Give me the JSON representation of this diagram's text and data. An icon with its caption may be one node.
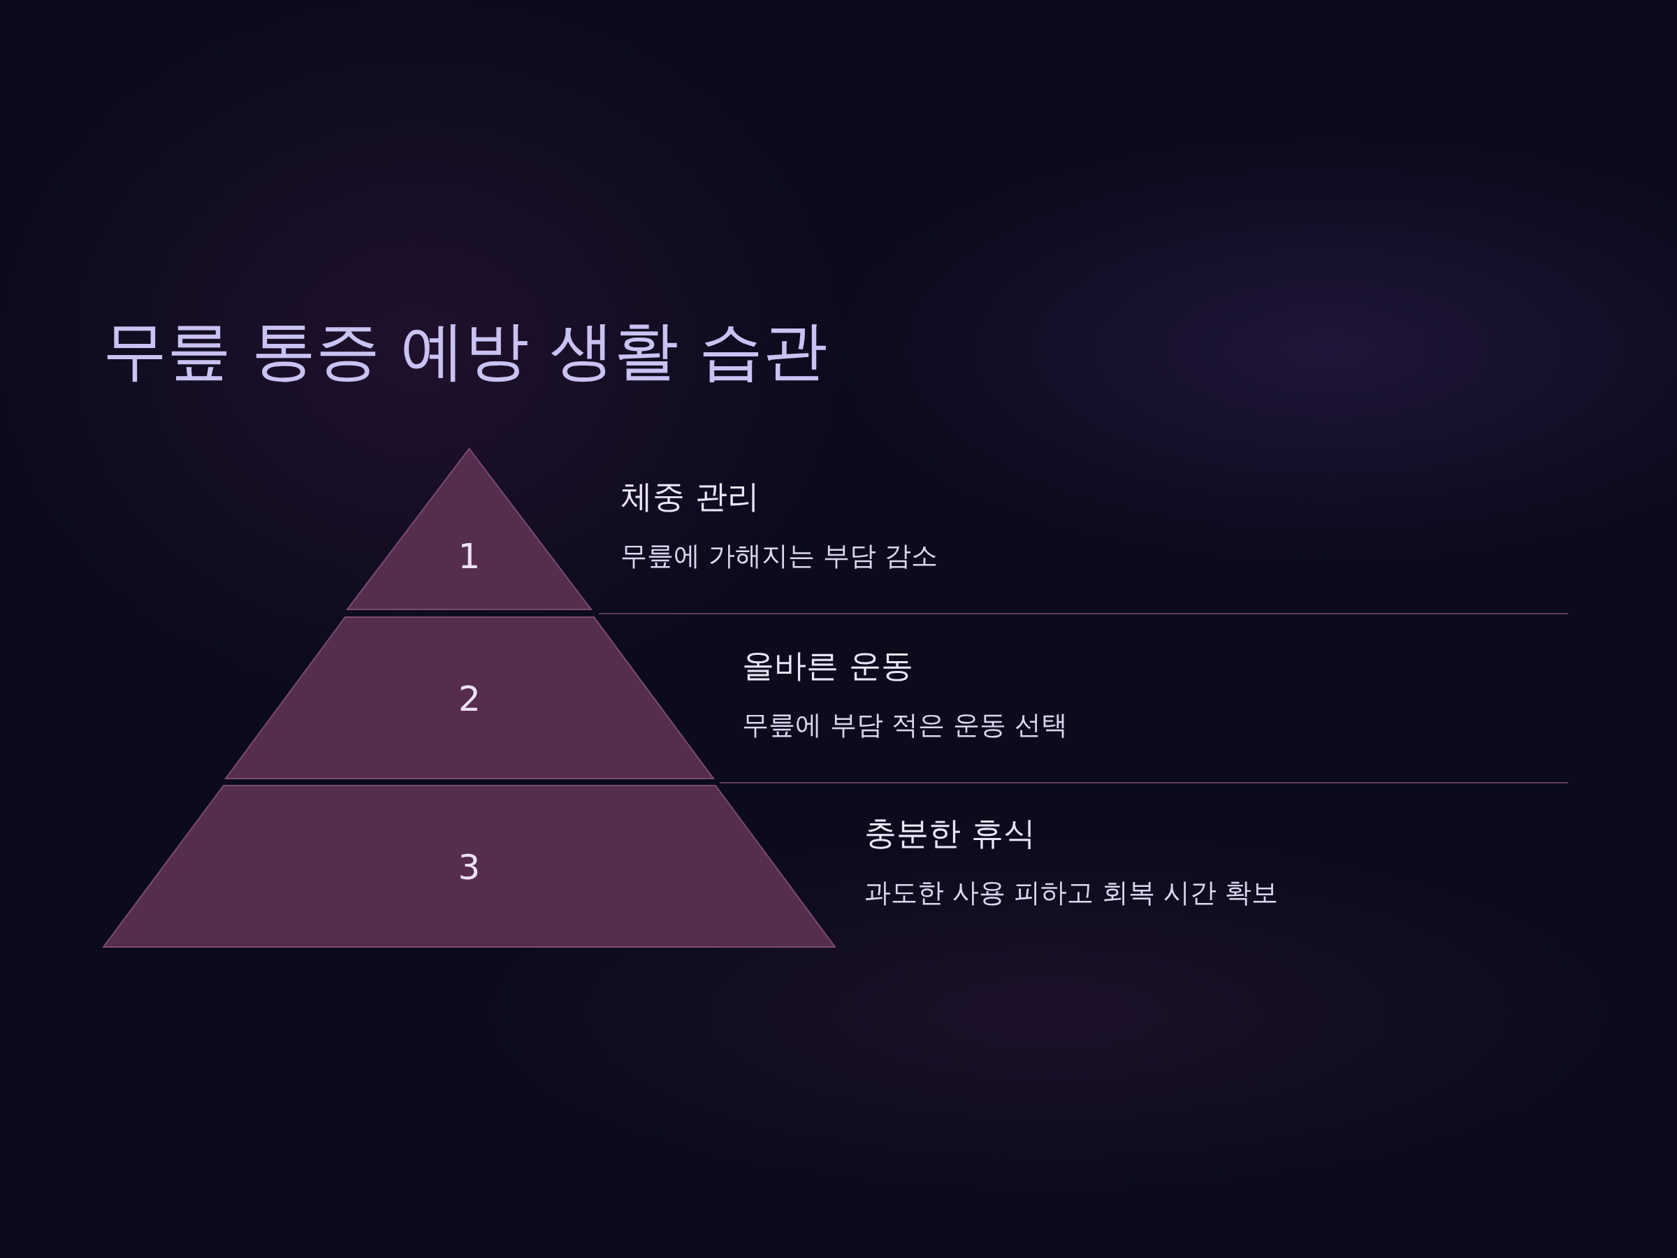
{
  "diagram": {
    "title": "무릎 통증 예방 생활 습관",
    "nodes": [
      {
        "text": [
          "1"
        ],
        "beside": [
          "체중 관리",
          "무릎에 가해지는 부담 감소"
        ]
      },
      {
        "text": [
          "2"
        ],
        "beside": [
          "올바른 운동",
          "무릎에 부담 적은 운동 선택"
        ]
      },
      {
        "text": [
          "3"
        ],
        "beside": [
          "충분한 휴식",
          "과도한 사용 피하고 회복 시간 확보"
        ]
      }
    ],
    "edges": []
  }
}
